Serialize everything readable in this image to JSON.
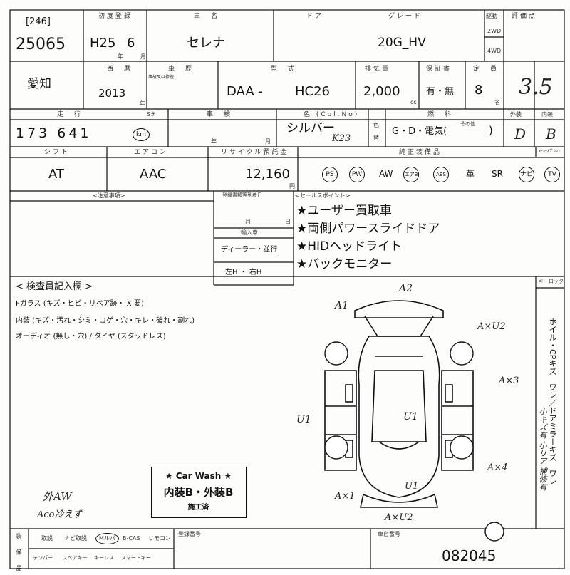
{
  "header": {
    "lot_prefix": "[246]",
    "lot_number": "25065",
    "reg_label": "初度登録",
    "reg_year": "H25",
    "reg_month": "6",
    "year_sub": "年",
    "month_sub": "月",
    "name_label": "車　名",
    "car_name": "セレナ",
    "door_label": "ドア",
    "grade_label": "グレード",
    "grade": "20G_HV",
    "drive_label": "駆動",
    "drive_2wd": "2WD",
    "drive_4wd": "4WD",
    "score_label": "評価点",
    "score": "3.5"
  },
  "row2": {
    "region": "愛知",
    "west_label": "西　暦",
    "west_year": "2013",
    "year_sub": "年",
    "ledger_label": "車　歴",
    "ledger_sub": "事故又は修復",
    "model_label": "型　式",
    "model_prefix": "DAA -",
    "model_code": "HC26",
    "displacement_label": "排気量",
    "displacement": "2,000",
    "cc_unit": "cc",
    "keep_label": "保証書",
    "keep_value": "有・無",
    "seats_label": "定　員",
    "seats": "8",
    "seats_unit": "名"
  },
  "row3": {
    "mileage_label": "走　行",
    "mileage_sub": "S#",
    "mileage": "173 641",
    "km_label": "km",
    "inspection_label": "車　検",
    "year_sub": "年",
    "month_sub": "月",
    "color_label": "色 (Col.No)",
    "color": "シルバー",
    "color_code": "K23",
    "color_sub1": "色",
    "color_sub2": "替",
    "fuel_label": "燃　料",
    "fuel_options": "G・D・電気(",
    "fuel_other_label": "その他",
    "fuel_close": ")",
    "exterior_label": "外装",
    "exterior": "D",
    "interior_label": "内装",
    "interior": "B"
  },
  "row4": {
    "shift_label": "シフト",
    "shift": "AT",
    "ac_label": "エアコン",
    "ac": "AAC",
    "recycle_label": "リサイクル預託金",
    "recycle": "12,160",
    "recycle_unit": "円",
    "equip_label": "純正装備品",
    "equip_other_label": "ﾒｰｶｰｵﾌﾟｼｮﾝ",
    "equipment": [
      "PS",
      "PW",
      "AW",
      "エアB",
      "ABS",
      "革",
      "SR",
      "ナビ",
      "TV"
    ]
  },
  "notes": {
    "caution_label": "<注意事項>",
    "ownership_label": "登録書類等到着日",
    "month_label": "月",
    "day_label": "日",
    "import_label": "輸入車",
    "dealer_label": "ディーラー・並行",
    "steering_label": "左H ・ 右H",
    "sales_label": "<セールスポイント>",
    "sales_points": [
      "★ユーザー買取車",
      "★両側パワースライドドア",
      "★HIDヘッドライト",
      "★バックモニター"
    ]
  },
  "inspector": {
    "title": "< 検査員記入欄 >",
    "glass": "Fガラス (キズ・ヒビ・リペア跡・ X 要)",
    "interior": "内装 (キズ・汚れ・シミ・コゲ・穴・キレ・破れ・割れ)",
    "audio": "オーディオ (無し・穴) / タイヤ (スタッドレス)",
    "keyless_label": "キーロック",
    "right_note": "ホイル・CPキズ　ワレ／ドアミラーキズ　ワレ",
    "right_hand": "小キズ有 小リア 補修有",
    "handwriting": "外AW",
    "handwriting2": "Aco冷えず",
    "marks": [
      "A2",
      "A1",
      "A×U2",
      "A×3",
      "U1",
      "U1",
      "A×4",
      "A×U2",
      "A×1",
      "U1"
    ]
  },
  "carwash": {
    "title": "★ Car Wash ★",
    "body": "内装B・外装B",
    "done": "施工済"
  },
  "footer": {
    "side_label": "装 備 品",
    "items_row1": [
      "取説",
      "ナビ取説",
      "Mルバ",
      "B-CAS",
      "リモコン"
    ],
    "items_row2": [
      "テンパー",
      "スペアキー",
      "キーレス",
      "スマートキー"
    ],
    "reg_number_label": "登録番号",
    "chassis_label": "車台番号",
    "chassis": "082045"
  }
}
